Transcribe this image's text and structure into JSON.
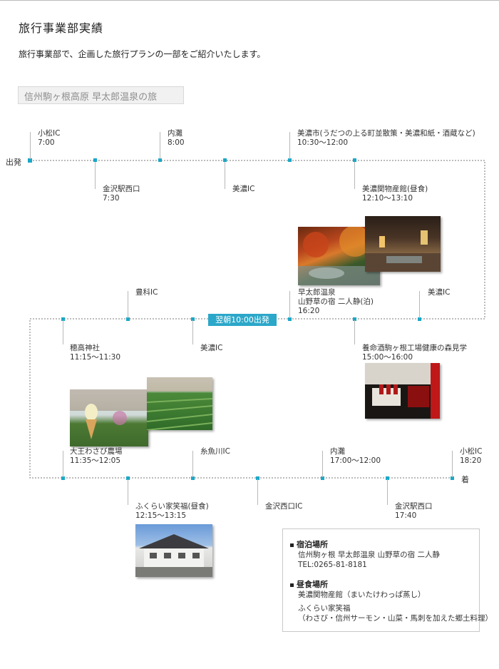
{
  "page": {
    "title": "旅行事業部実績",
    "intro": "旅行事業部で、企画した旅行プランの一部をご紹介いたします。",
    "tour_title": "信州駒ヶ根高原 早太郎温泉の旅"
  },
  "route": {
    "start_label": "出発",
    "end_label": "着",
    "badge": "翌朝10:00出発",
    "stops": [
      {
        "name": "小松IC",
        "time": "7:00"
      },
      {
        "name": "金沢駅西口",
        "time": "7:30"
      },
      {
        "name": "内灘",
        "time": "8:00"
      },
      {
        "name": "美濃IC",
        "time": ""
      },
      {
        "name": "美濃市(うだつの上る町並散策・美濃和紙・酒蔵など)",
        "time": "10:30〜12:00"
      },
      {
        "name": "美濃関物産館(昼食)",
        "time": "12:10〜13:10"
      },
      {
        "name": "美濃IC",
        "time": ""
      },
      {
        "name": "早太郎温泉",
        "name2": "山野草の宿 二人静(泊)",
        "time": "16:20"
      },
      {
        "name": "養命酒駒ヶ根工場健康の森見学",
        "time": "15:00〜16:00"
      },
      {
        "name": "美濃IC",
        "time": ""
      },
      {
        "name": "豊科IC",
        "time": ""
      },
      {
        "name": "穂高神社",
        "time": "11:15〜11:30"
      },
      {
        "name": "大王わさび農場",
        "time": "11:35〜12:05"
      },
      {
        "name": "ふくらい家笑福(昼食)",
        "time": "12:15〜13:15"
      },
      {
        "name": "糸魚川IC",
        "time": ""
      },
      {
        "name": "金沢西口IC",
        "time": ""
      },
      {
        "name": "内灘",
        "time": "17:00〜12:00"
      },
      {
        "name": "金沢駅西口",
        "time": "17:40"
      },
      {
        "name": "小松IC",
        "time": "18:20"
      }
    ]
  },
  "info": {
    "lodging_head": "宿泊場所",
    "lodging_line1": "信州駒ヶ根 早太郎温泉 山野草の宿 二人静",
    "lodging_line2": "TEL:0265-81-8181",
    "lunch_head": "昼食場所",
    "lunch_line1": "美濃関物産館（まいたけわっぱ蒸し）",
    "lunch_line2": "ふくらい家笑福",
    "lunch_line3": "（わさび・信州サーモン・山菜・馬刺を加えた郷土料理）"
  },
  "colors": {
    "accent": "#2ba7c9",
    "route_line": "#7a7a7a"
  }
}
